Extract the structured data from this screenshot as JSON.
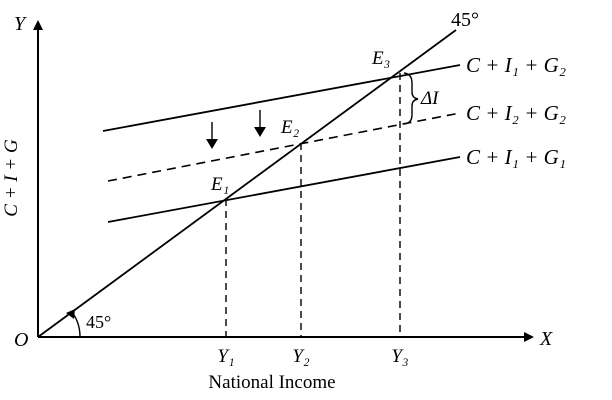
{
  "axes": {
    "origin": "O",
    "x": "X",
    "y": "Y",
    "y_title": "C + I + G",
    "x_title": "National Income"
  },
  "angles": {
    "line_label": "45°",
    "origin_label": "45°"
  },
  "lines": [
    {
      "label": "C + I₁ + G₂",
      "style": "solid"
    },
    {
      "label": "C + I₂ + G₂",
      "style": "dashed"
    },
    {
      "label": "C + I₁ + G₁",
      "style": "solid"
    }
  ],
  "points": [
    "E₃",
    "E₂",
    "E₁"
  ],
  "ticks": [
    "Y₁",
    "Y₂",
    "Y₃"
  ],
  "delta_label": "ΔI"
}
